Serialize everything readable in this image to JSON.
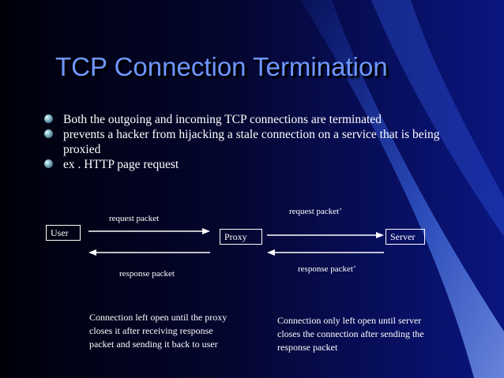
{
  "slide": {
    "title": "TCP Connection Termination",
    "bullets": [
      "Both the outgoing and incoming TCP connections are terminated",
      "prevents a hacker from hijacking a stale connection on a service that is being proxied",
      "ex . HTTP page request"
    ]
  },
  "diagram": {
    "nodes": {
      "user": "User",
      "proxy": "Proxy",
      "server": "Server"
    },
    "edges": {
      "request_left": "request packet",
      "request_right": "request packet’",
      "response_left": "response packet",
      "response_right": "response packet’"
    },
    "notes": {
      "left": "Connection left open until the proxy closes it after receiving response packet and sending it back to user",
      "right": "Connection only left open until server closes the connection after sending the response packet"
    }
  },
  "colors": {
    "title": "#6f97ff",
    "background_dark": "#00000a",
    "background_light": "#0a1580"
  }
}
